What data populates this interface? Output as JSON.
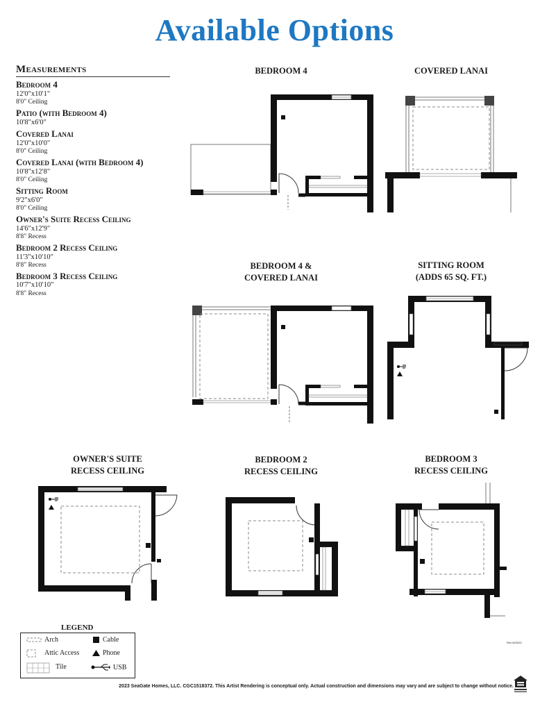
{
  "title": "Available Options",
  "measurements": {
    "heading": "Measurements",
    "items": [
      {
        "name": "Bedroom 4",
        "dims": "12'0\"x10'1\"",
        "extra": "8'0\" Ceiling"
      },
      {
        "name": "Patio (with Bedroom 4)",
        "dims": "10'8\"x6'0\"",
        "extra": ""
      },
      {
        "name": "Covered Lanai",
        "dims": "12'0\"x10'0\"",
        "extra": "8'0\" Ceiling"
      },
      {
        "name": "Covered Lanai (with Bedroom 4)",
        "dims": "10'8\"x12'8\"",
        "extra": "8'0\" Ceiling"
      },
      {
        "name": "Sitting Room",
        "dims": "9'2\"x6'0\"",
        "extra": "8'0\" Ceiling"
      },
      {
        "name": "Owner's Suite Recess Ceiling",
        "dims": "14'6\"x12'9\"",
        "extra": "8'8\" Recess"
      },
      {
        "name": "Bedroom 2 Recess Ceiling",
        "dims": "11'3\"x10'10\"",
        "extra": "8'8\" Recess"
      },
      {
        "name": "Bedroom 3  Recess Ceiling",
        "dims": "10'7\"x10'10\"",
        "extra": "8'8\" Recess"
      }
    ]
  },
  "plans": {
    "bedroom4": {
      "line1": "BEDROOM 4",
      "line2": ""
    },
    "lanai": {
      "line1": "COVERED LANAI",
      "line2": ""
    },
    "bed4lanai": {
      "line1": "BEDROOM 4 &",
      "line2": "COVERED LANAI"
    },
    "sitting": {
      "line1": "SITTING ROOM",
      "line2": "(ADDS 65 SQ. FT.)"
    },
    "owners": {
      "line1": "OWNER'S SUITE",
      "line2": "RECESS CEILING"
    },
    "bedroom2": {
      "line1": "BEDROOM 2",
      "line2": "RECESS CEILING"
    },
    "bedroom3": {
      "line1": "BEDROOM 3",
      "line2": "RECESS CEILING"
    }
  },
  "legend": {
    "title": "LEGEND",
    "arch": "Arch",
    "attic": "Attic Access",
    "tile": "Tile",
    "cable": "Cable",
    "phone": "Phone",
    "usb": "USB"
  },
  "footer": "2023 SeaGate Homes, LLC. CGC1518372.  This Artist Rendering is conceptual only. Actual construction and dimensions may vary and are subject to change without notice.",
  "rev": "Rev 8/29/23"
}
